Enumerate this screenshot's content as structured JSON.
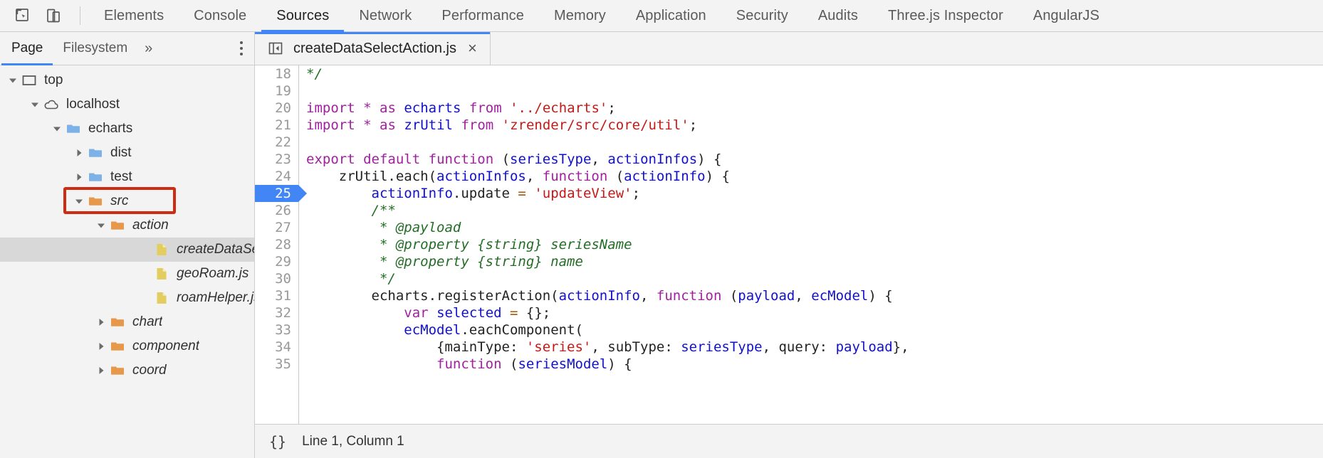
{
  "toolbar": {
    "inspect_icon": "inspect-element-icon",
    "device_icon": "device-toolbar-icon",
    "tabs": [
      {
        "label": "Elements",
        "selected": false
      },
      {
        "label": "Console",
        "selected": false
      },
      {
        "label": "Sources",
        "selected": true
      },
      {
        "label": "Network",
        "selected": false
      },
      {
        "label": "Performance",
        "selected": false
      },
      {
        "label": "Memory",
        "selected": false
      },
      {
        "label": "Application",
        "selected": false
      },
      {
        "label": "Security",
        "selected": false
      },
      {
        "label": "Audits",
        "selected": false
      },
      {
        "label": "Three.js Inspector",
        "selected": false
      },
      {
        "label": "AngularJS",
        "selected": false
      }
    ]
  },
  "navigator": {
    "tabs": [
      {
        "label": "Page",
        "selected": true
      },
      {
        "label": "Filesystem",
        "selected": false
      }
    ],
    "more_label": "»",
    "menu_icon": "more-options-icon",
    "tree": [
      {
        "label": "top",
        "indent": 0,
        "twisty": "down",
        "icon": "frame-icon",
        "italic": false,
        "selected": false,
        "highlighted": false
      },
      {
        "label": "localhost",
        "indent": 1,
        "twisty": "down",
        "icon": "cloud-icon",
        "italic": false,
        "selected": false,
        "highlighted": false
      },
      {
        "label": "echarts",
        "indent": 2,
        "twisty": "down",
        "icon": "folder-blue-icon",
        "italic": false,
        "selected": false,
        "highlighted": false
      },
      {
        "label": "dist",
        "indent": 3,
        "twisty": "right",
        "icon": "folder-blue-icon",
        "italic": false,
        "selected": false,
        "highlighted": false
      },
      {
        "label": "test",
        "indent": 3,
        "twisty": "right",
        "icon": "folder-blue-icon",
        "italic": false,
        "selected": false,
        "highlighted": false
      },
      {
        "label": "src",
        "indent": 3,
        "twisty": "down",
        "icon": "folder-orange-icon",
        "italic": true,
        "selected": false,
        "highlighted": true
      },
      {
        "label": "action",
        "indent": 4,
        "twisty": "down",
        "icon": "folder-orange-icon",
        "italic": true,
        "selected": false,
        "highlighted": false
      },
      {
        "label": "createDataSelectAction.js",
        "indent": 6,
        "twisty": "none",
        "icon": "file-js-icon",
        "italic": true,
        "selected": true,
        "highlighted": false
      },
      {
        "label": "geoRoam.js",
        "indent": 6,
        "twisty": "none",
        "icon": "file-js-icon",
        "italic": true,
        "selected": false,
        "highlighted": false
      },
      {
        "label": "roamHelper.js",
        "indent": 6,
        "twisty": "none",
        "icon": "file-js-icon",
        "italic": true,
        "selected": false,
        "highlighted": false
      },
      {
        "label": "chart",
        "indent": 4,
        "twisty": "right",
        "icon": "folder-orange-icon",
        "italic": true,
        "selected": false,
        "highlighted": false
      },
      {
        "label": "component",
        "indent": 4,
        "twisty": "right",
        "icon": "folder-orange-icon",
        "italic": true,
        "selected": false,
        "highlighted": false
      },
      {
        "label": "coord",
        "indent": 4,
        "twisty": "right",
        "icon": "folder-orange-icon",
        "italic": true,
        "selected": false,
        "highlighted": false
      }
    ]
  },
  "editor": {
    "tab": {
      "filename": "createDataSelectAction.js",
      "close_label": "×",
      "collapse_icon": "collapse-sidebar-icon"
    },
    "execution_line": 25,
    "first_visible_line": 18,
    "lines": [
      {
        "n": 18,
        "tokens": [
          {
            "t": "*/",
            "c": "c"
          }
        ]
      },
      {
        "n": 19,
        "tokens": []
      },
      {
        "n": 20,
        "tokens": [
          {
            "t": "import",
            "c": "k"
          },
          {
            "t": " ",
            "c": "p"
          },
          {
            "t": "*",
            "c": "k"
          },
          {
            "t": " ",
            "c": "p"
          },
          {
            "t": "as",
            "c": "k"
          },
          {
            "t": " ",
            "c": "p"
          },
          {
            "t": "echarts",
            "c": "v"
          },
          {
            "t": " ",
            "c": "p"
          },
          {
            "t": "from",
            "c": "k"
          },
          {
            "t": " ",
            "c": "p"
          },
          {
            "t": "'../echarts'",
            "c": "s"
          },
          {
            "t": ";",
            "c": "p"
          }
        ]
      },
      {
        "n": 21,
        "tokens": [
          {
            "t": "import",
            "c": "k"
          },
          {
            "t": " ",
            "c": "p"
          },
          {
            "t": "*",
            "c": "k"
          },
          {
            "t": " ",
            "c": "p"
          },
          {
            "t": "as",
            "c": "k"
          },
          {
            "t": " ",
            "c": "p"
          },
          {
            "t": "zrUtil",
            "c": "v"
          },
          {
            "t": " ",
            "c": "p"
          },
          {
            "t": "from",
            "c": "k"
          },
          {
            "t": " ",
            "c": "p"
          },
          {
            "t": "'zrender/src/core/util'",
            "c": "s"
          },
          {
            "t": ";",
            "c": "p"
          }
        ]
      },
      {
        "n": 22,
        "tokens": []
      },
      {
        "n": 23,
        "tokens": [
          {
            "t": "export",
            "c": "k"
          },
          {
            "t": " ",
            "c": "p"
          },
          {
            "t": "default",
            "c": "k"
          },
          {
            "t": " ",
            "c": "p"
          },
          {
            "t": "function",
            "c": "k"
          },
          {
            "t": " (",
            "c": "p"
          },
          {
            "t": "seriesType",
            "c": "v"
          },
          {
            "t": ", ",
            "c": "p"
          },
          {
            "t": "actionInfos",
            "c": "v"
          },
          {
            "t": ") {",
            "c": "p"
          }
        ]
      },
      {
        "n": 24,
        "tokens": [
          {
            "t": "    zrUtil.each(",
            "c": "p"
          },
          {
            "t": "actionInfos",
            "c": "v"
          },
          {
            "t": ", ",
            "c": "p"
          },
          {
            "t": "function",
            "c": "k"
          },
          {
            "t": " (",
            "c": "p"
          },
          {
            "t": "actionInfo",
            "c": "v"
          },
          {
            "t": ") {",
            "c": "p"
          }
        ]
      },
      {
        "n": 25,
        "tokens": [
          {
            "t": "        ",
            "c": "p"
          },
          {
            "t": "actionInfo",
            "c": "v"
          },
          {
            "t": ".update ",
            "c": "p"
          },
          {
            "t": "=",
            "c": "op"
          },
          {
            "t": " ",
            "c": "p"
          },
          {
            "t": "'updateView'",
            "c": "s"
          },
          {
            "t": ";",
            "c": "p"
          }
        ]
      },
      {
        "n": 26,
        "tokens": [
          {
            "t": "        /**",
            "c": "c"
          }
        ]
      },
      {
        "n": 27,
        "tokens": [
          {
            "t": "         * @payload",
            "c": "c"
          }
        ]
      },
      {
        "n": 28,
        "tokens": [
          {
            "t": "         * @property {string} seriesName",
            "c": "c"
          }
        ]
      },
      {
        "n": 29,
        "tokens": [
          {
            "t": "         * @property {string} name",
            "c": "c"
          }
        ]
      },
      {
        "n": 30,
        "tokens": [
          {
            "t": "         */",
            "c": "c"
          }
        ]
      },
      {
        "n": 31,
        "tokens": [
          {
            "t": "        echarts.registerAction(",
            "c": "p"
          },
          {
            "t": "actionInfo",
            "c": "v"
          },
          {
            "t": ", ",
            "c": "p"
          },
          {
            "t": "function",
            "c": "k"
          },
          {
            "t": " (",
            "c": "p"
          },
          {
            "t": "payload",
            "c": "v"
          },
          {
            "t": ", ",
            "c": "p"
          },
          {
            "t": "ecModel",
            "c": "v"
          },
          {
            "t": ") {",
            "c": "p"
          }
        ]
      },
      {
        "n": 32,
        "tokens": [
          {
            "t": "            ",
            "c": "p"
          },
          {
            "t": "var",
            "c": "k"
          },
          {
            "t": " ",
            "c": "p"
          },
          {
            "t": "selected",
            "c": "v"
          },
          {
            "t": " ",
            "c": "p"
          },
          {
            "t": "=",
            "c": "op"
          },
          {
            "t": " {};",
            "c": "p"
          }
        ]
      },
      {
        "n": 33,
        "tokens": [
          {
            "t": "            ",
            "c": "p"
          },
          {
            "t": "ecModel",
            "c": "v"
          },
          {
            "t": ".eachComponent(",
            "c": "p"
          }
        ]
      },
      {
        "n": 34,
        "tokens": [
          {
            "t": "                {mainType: ",
            "c": "p"
          },
          {
            "t": "'series'",
            "c": "s"
          },
          {
            "t": ", subType: ",
            "c": "p"
          },
          {
            "t": "seriesType",
            "c": "v"
          },
          {
            "t": ", query: ",
            "c": "p"
          },
          {
            "t": "payload",
            "c": "v"
          },
          {
            "t": "},",
            "c": "p"
          }
        ]
      },
      {
        "n": 35,
        "tokens": [
          {
            "t": "                ",
            "c": "p"
          },
          {
            "t": "function",
            "c": "k"
          },
          {
            "t": " (",
            "c": "p"
          },
          {
            "t": "seriesModel",
            "c": "v"
          },
          {
            "t": ") {",
            "c": "p"
          }
        ]
      }
    ]
  },
  "statusbar": {
    "format_icon": "{}",
    "position": "Line 1, Column 1"
  },
  "colors": {
    "accent": "#4285f4",
    "annotation": "#cf2b13",
    "folder_blue": "#7cb2e8",
    "folder_orange": "#e8984b",
    "file_yellow": "#e3cd5e",
    "keyword": "#a020a0",
    "identifier": "#1111cc",
    "string": "#c41a16",
    "comment": "#236e25"
  }
}
